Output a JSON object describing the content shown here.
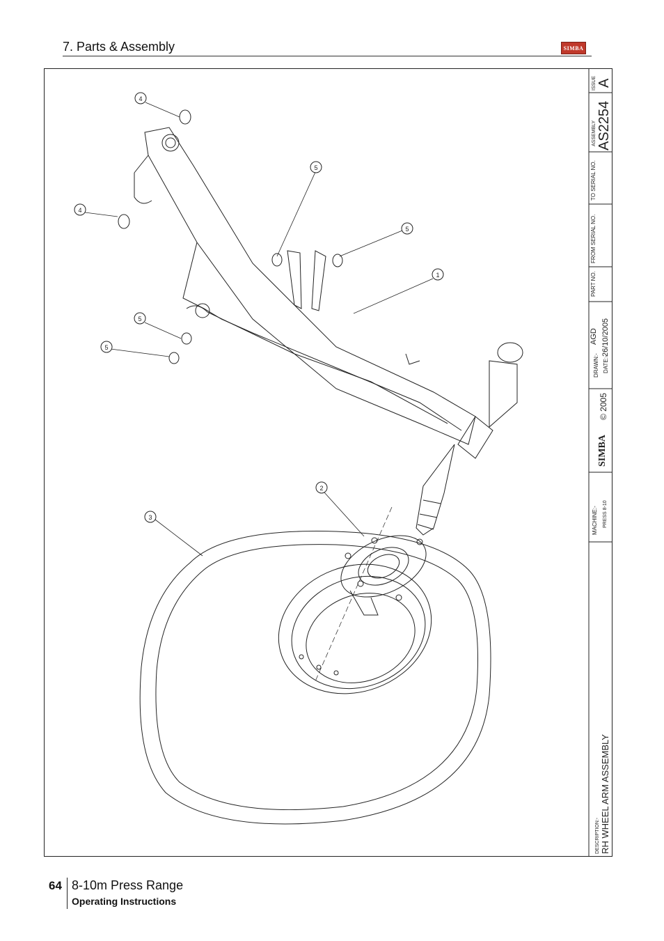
{
  "header": {
    "section_title": "7. Parts & Assembly",
    "logo_text": "SIMBA"
  },
  "title_block": {
    "issue_label": "ISSUE",
    "issue_value": "A",
    "assembly_label": "ASSEMBLY",
    "assembly_value": "AS2254",
    "to_serial_label": "TO SERIAL NO.",
    "from_serial_label": "FROM SERIAL NO.",
    "part_no_label": "PART NO.",
    "drawn_label": "DRAWN:-",
    "drawn_value": "AGD",
    "date_label": "DATE:-",
    "date_value": "26/10/2005",
    "copyright": "© 2005",
    "company": "SIMBA",
    "machine_label": "MACHINE:-",
    "machine_value": "PRESS 8-10",
    "description_label": "DESCRIPTION:-",
    "description_value": "RH WHEEL ARM ASSEMBLY"
  },
  "callouts": [
    "4",
    "4",
    "5",
    "5",
    "5",
    "5",
    "1",
    "2",
    "3"
  ],
  "footer": {
    "page_number": "64",
    "title": "8-10m Press Range",
    "subtitle": "Operating Instructions"
  }
}
